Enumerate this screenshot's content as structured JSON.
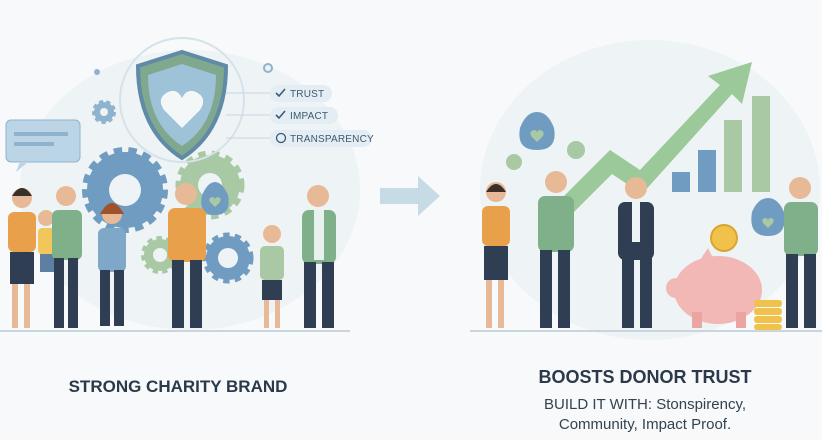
{
  "left_panel": {
    "badges": [
      {
        "icon": "check-icon",
        "label": "TRUST"
      },
      {
        "icon": "check-icon",
        "label": "IMPACT"
      },
      {
        "icon": "gauge-icon",
        "label": "TRANSPARENCY"
      }
    ],
    "caption": "STRONG CHARITY BRAND"
  },
  "right_panel": {
    "title": "BOOSTS DONOR TRUST",
    "subtitle_line1": "BUILD IT WITH: Stonspirency,",
    "subtitle_line2": "Community, Impact Proof."
  },
  "colors": {
    "shield": "#7fa88f",
    "gear": "#6f9cc0",
    "growth": "#9cc99a",
    "piggy": "#f2b8b5",
    "coin": "#f0c24b",
    "text": "#2b3a4a"
  }
}
